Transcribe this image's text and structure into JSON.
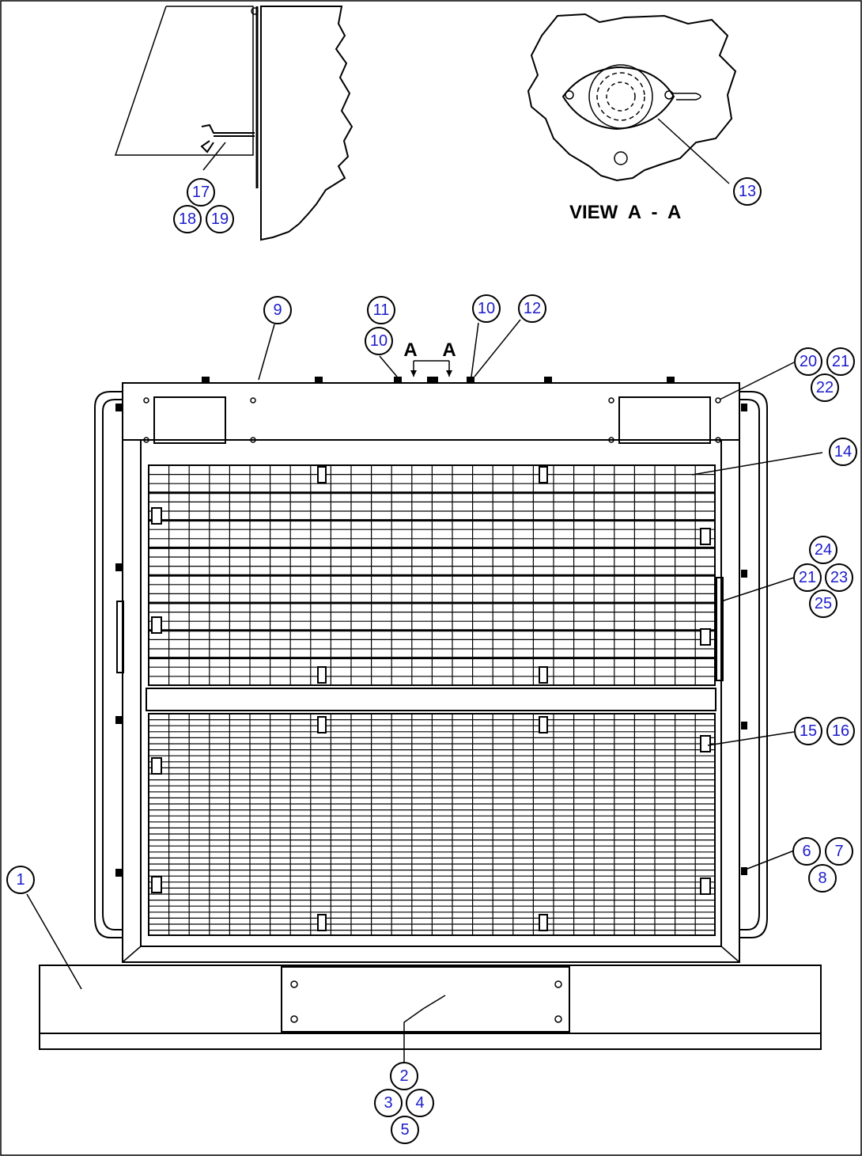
{
  "view_caption": "VIEW  A  -  A",
  "section_marks": [
    "A",
    "A"
  ],
  "callouts": [
    {
      "id": "c17",
      "label": "17"
    },
    {
      "id": "c18",
      "label": "18"
    },
    {
      "id": "c19",
      "label": "19"
    },
    {
      "id": "c13",
      "label": "13"
    },
    {
      "id": "c9",
      "label": "9"
    },
    {
      "id": "c11",
      "label": "11"
    },
    {
      "id": "c10a",
      "label": "10"
    },
    {
      "id": "c10b",
      "label": "10"
    },
    {
      "id": "c12",
      "label": "12"
    },
    {
      "id": "c20",
      "label": "20"
    },
    {
      "id": "c21a",
      "label": "21"
    },
    {
      "id": "c22",
      "label": "22"
    },
    {
      "id": "c14",
      "label": "14"
    },
    {
      "id": "c24",
      "label": "24"
    },
    {
      "id": "c21b",
      "label": "21"
    },
    {
      "id": "c23",
      "label": "23"
    },
    {
      "id": "c25",
      "label": "25"
    },
    {
      "id": "c15",
      "label": "15"
    },
    {
      "id": "c16",
      "label": "16"
    },
    {
      "id": "c6",
      "label": "6"
    },
    {
      "id": "c7",
      "label": "7"
    },
    {
      "id": "c8",
      "label": "8"
    },
    {
      "id": "c1",
      "label": "1"
    },
    {
      "id": "c2",
      "label": "2"
    },
    {
      "id": "c3",
      "label": "3"
    },
    {
      "id": "c4",
      "label": "4"
    },
    {
      "id": "c5",
      "label": "5"
    }
  ],
  "colors": {
    "callout_text": "#1c1ccc",
    "line": "#000000",
    "background": "#ffffff"
  }
}
